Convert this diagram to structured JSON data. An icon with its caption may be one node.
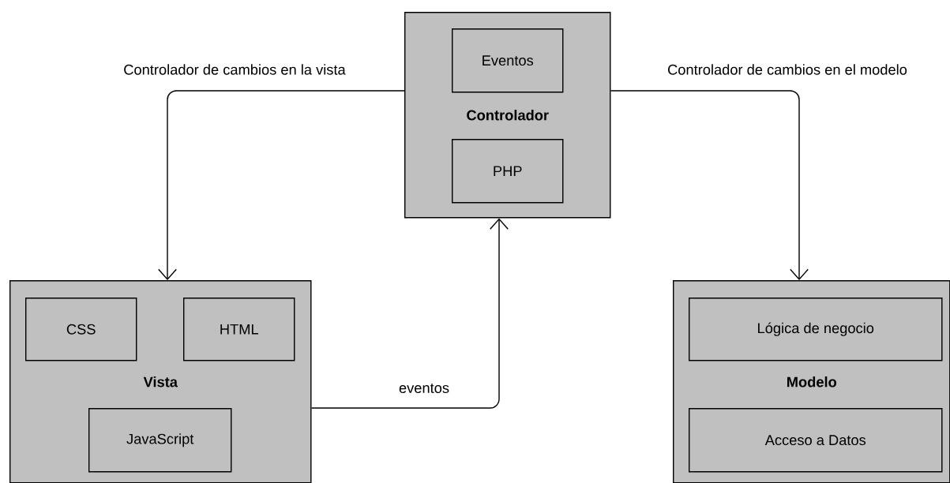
{
  "diagram": {
    "nodes": [
      {
        "text": [
          "Controlador"
        ]
      },
      {
        "text": [
          "Eventos"
        ],
        "in": 0
      },
      {
        "text": [
          "PHP"
        ],
        "in": 0
      },
      {
        "text": [
          "Vista"
        ]
      },
      {
        "text": [
          "CSS"
        ],
        "in": 3
      },
      {
        "text": [
          "HTML"
        ],
        "in": 3
      },
      {
        "text": [
          "JavaScript"
        ],
        "in": 3
      },
      {
        "text": [
          "Modelo"
        ]
      },
      {
        "text": [
          "Lógica de negocio"
        ],
        "in": 7
      },
      {
        "text": [
          "Acceso a Datos"
        ],
        "in": 7
      }
    ],
    "edges": [
      {
        "from": 0,
        "to": 3,
        "arrow": "to",
        "label": "Controlador de cambios en la vista"
      },
      {
        "from": 0,
        "to": 7,
        "arrow": "to",
        "label": "Controlador de cambios en el modelo"
      },
      {
        "from": 3,
        "to": 0,
        "arrow": "to",
        "label": "eventos"
      }
    ]
  }
}
